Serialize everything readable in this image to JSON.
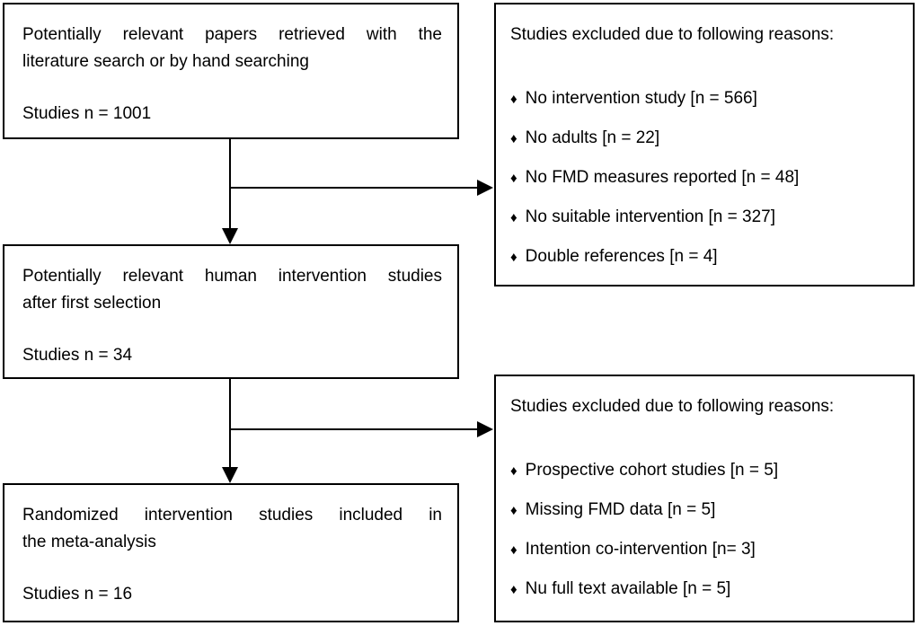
{
  "bullet_icon": "♦",
  "colors": {
    "line": "#000000",
    "text": "#000000",
    "background": "#ffffff"
  },
  "boxes": {
    "retrieved": {
      "lines": [
        "Potentially relevant papers retrieved with the",
        "literature search or by hand searching"
      ],
      "count": "Studies n = 1001"
    },
    "excluded_first": {
      "title": "Studies excluded due to following reasons:",
      "items": [
        "No intervention study [n = 566]",
        "No adults [n = 22]",
        "No FMD measures reported [n = 48]",
        "No suitable intervention [n = 327]",
        "Double references [n = 4]"
      ]
    },
    "first_selection": {
      "lines": [
        "Potentially relevant human intervention studies",
        "after first selection"
      ],
      "count": "Studies n = 34"
    },
    "excluded_second": {
      "title": "Studies excluded due to following reasons:",
      "items": [
        "Prospective cohort studies [n = 5]",
        "Missing FMD data [n = 5]",
        "Intention co-intervention [n= 3]",
        "Nu full text available [n = 5]"
      ]
    },
    "included": {
      "lines": [
        "Randomized intervention studies included in",
        "the meta-analysis"
      ],
      "count": "Studies n = 16"
    }
  }
}
